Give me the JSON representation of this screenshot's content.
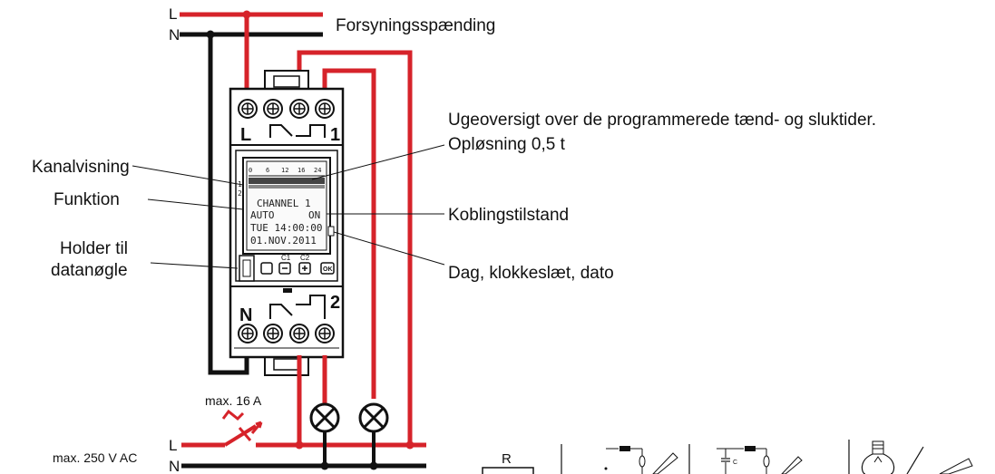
{
  "colors": {
    "wire_phase": "#d6232a",
    "wire_neutral": "#111111",
    "device_outline": "#111111"
  },
  "supply": {
    "label_L": "L",
    "label_N": "N",
    "caption": "Forsyningsspænding"
  },
  "device": {
    "terminal_top_L": "L",
    "terminal_top_1": "1",
    "terminal_bottom_N": "N",
    "terminal_bottom_2": "2",
    "icons": [
      "screw-terminal-icon",
      "relay-contact-icon",
      "lamp-icon"
    ]
  },
  "display": {
    "ticks": [
      "0",
      "6",
      "12",
      "16",
      "24"
    ],
    "channel_indicator": [
      "1",
      "2"
    ],
    "lines": [
      "CHANNEL 1",
      "AUTO",
      "ON",
      "TUE 14:00:00",
      "01.NOV.2011"
    ]
  },
  "buttons": {
    "menu": "",
    "c1": "C1",
    "c2": "C2",
    "ok": "OK"
  },
  "annotations": {
    "kanalvisning": "Kanalvisning",
    "funktion": "Funktion",
    "holder_line1": "Holder til",
    "holder_line2": "datanøgle",
    "ugeoversigt_line1": "Ugeoversigt over de programmerede tænd- og sluktider.",
    "ugeoversigt_line2": "Opløsning 0,5 t",
    "koblingstilstand": "Koblingstilstand",
    "dag": "Dag, klokkeslæt, dato"
  },
  "load": {
    "max_current": "max. 16 A",
    "max_voltage": "max. 250 V AC",
    "label_L": "L",
    "label_N": "N",
    "resistor_label": "R",
    "capacitor_label": "C"
  }
}
